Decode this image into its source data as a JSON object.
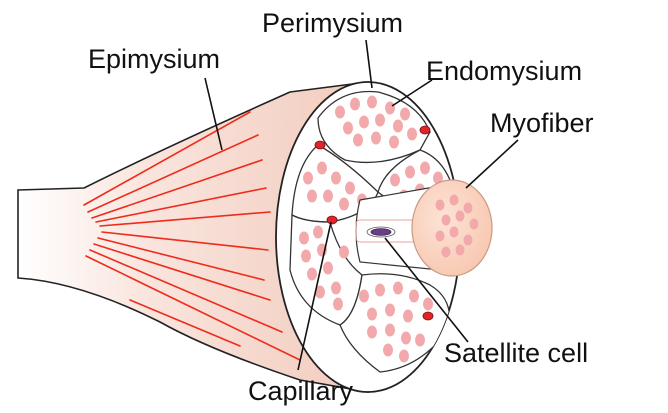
{
  "labels": {
    "epimysium": "Epimysium",
    "perimysium": "Perimysium",
    "endomysium": "Endomysium",
    "myofiber": "Myofiber",
    "satellite_cell": "Satellite cell",
    "capillary": "Capillary"
  },
  "colors": {
    "muscle_fill": "#f7ddd3",
    "fiber_dot": "#f2a9ab",
    "fiber_line": "#ef2b1b",
    "capillary": "#e0242a",
    "myofiber_fill": "#fbd4c1",
    "nucleus": "#6a3f87",
    "outline": "#222222"
  }
}
